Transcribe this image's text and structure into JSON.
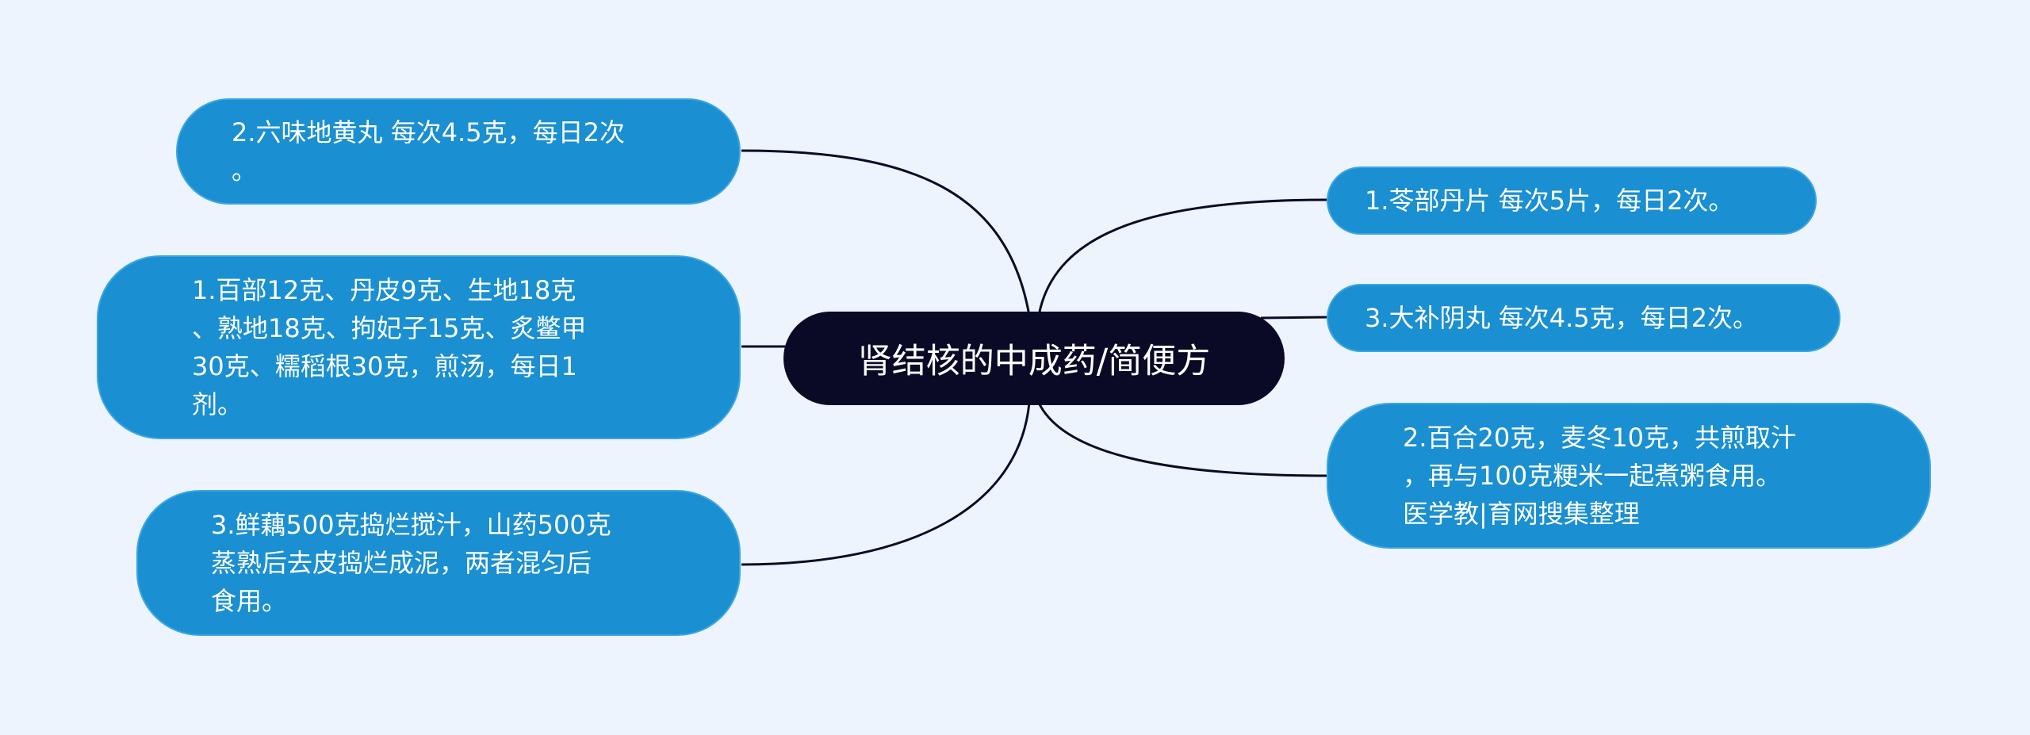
{
  "center": {
    "label": "肾结核的中成药/简便方"
  },
  "left": [
    {
      "text": "2.六味地黄丸 每次4.5克，每日2次\n。"
    },
    {
      "text": "1.百部12克、丹皮9克、生地18克\n、熟地18克、拘妃子15克、炙鳖甲\n30克、糯稻根30克，煎汤，每日1\n剂。"
    },
    {
      "text": "3.鲜藕500克捣烂搅汁，山药500克\n蒸熟后去皮捣烂成泥，两者混匀后\n食用。"
    }
  ],
  "right": [
    {
      "text": "1.苓部丹片 每次5片，每日2次。"
    },
    {
      "text": "3.大补阴丸 每次4.5克，每日2次。"
    },
    {
      "text": "2.百合20克，麦冬10克，共煎取汁\n，再与100克粳米一起煮粥食用。\n医学教|育网搜集整理"
    }
  ],
  "colors": {
    "background": "#eef4fe",
    "leaf_fill": "#1a8fd1",
    "leaf_border": "#3ba5e3",
    "center_fill": "#0a0a26",
    "connector": "#0a0a26"
  }
}
